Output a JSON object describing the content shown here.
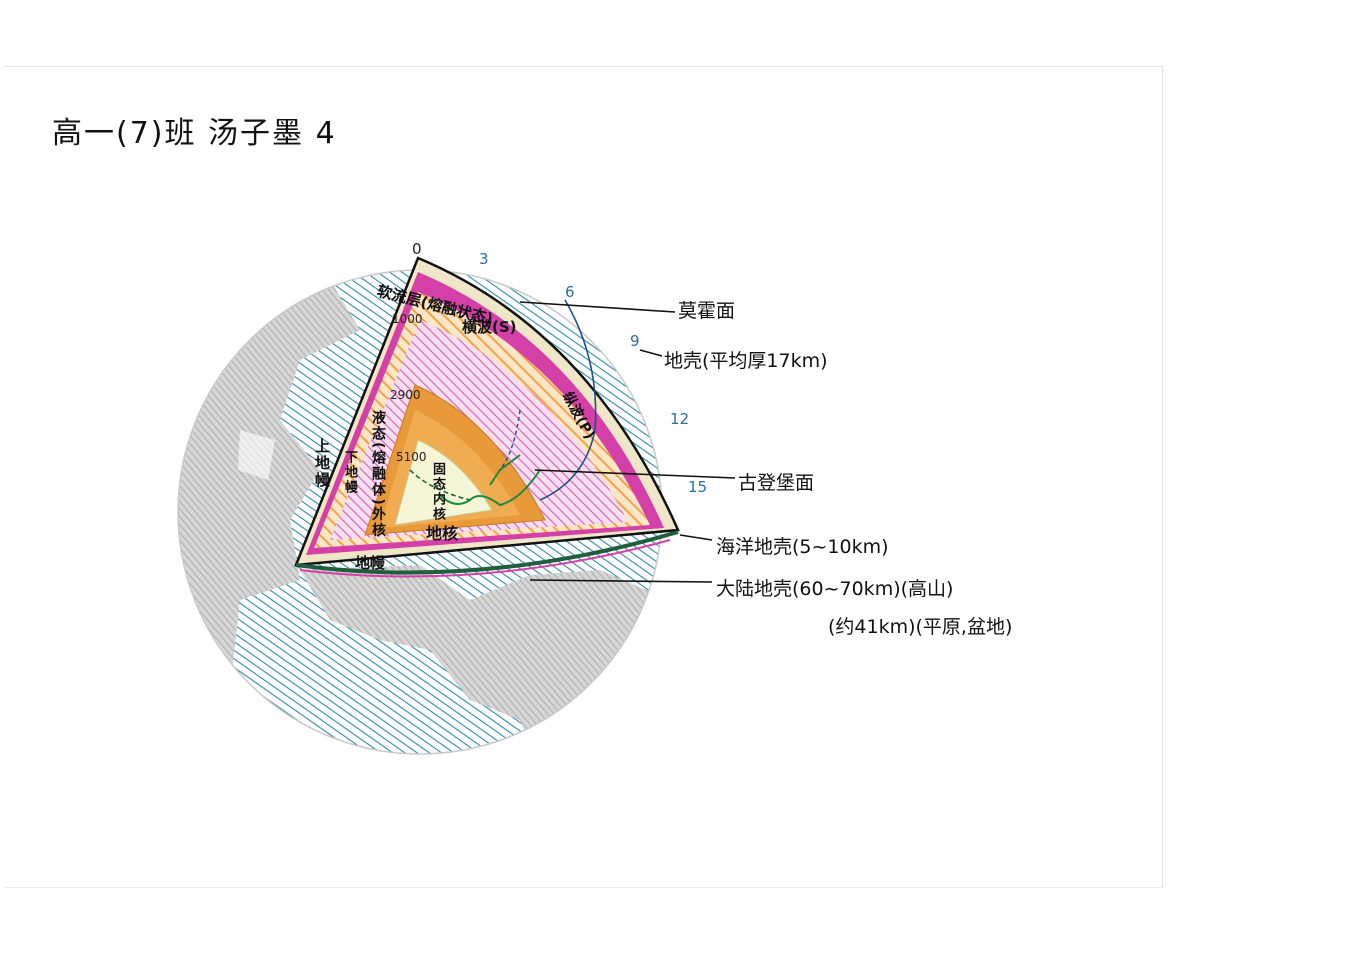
{
  "header": {
    "title": "高一(7)班  汤子墨  4"
  },
  "depth_scale": {
    "black_ticks": [
      "0",
      "1000",
      "2900",
      "5100"
    ],
    "blue_ticks": [
      "3",
      "6",
      "9",
      "12",
      "15"
    ]
  },
  "layers": {
    "asthenosphere": "软流层(熔融状态)",
    "transition": "横波(S)",
    "longitudinal": "纵波(P)",
    "upper_mantle": "上地幔",
    "lower_mantle": "下地幔",
    "liquid": "液态(熔融体)外核",
    "solid": "固态内核",
    "core": "地核",
    "mantle": "地幔"
  },
  "callouts": {
    "moho": "莫霍面",
    "crust": "地壳(平均厚17km)",
    "gutenberg": "古登堡面",
    "oceanic_crust": "海洋地壳(5~10km)",
    "continental_crust_1": "大陆地壳(60~70km)(高山)",
    "continental_crust_2": "(约41km)(平原,盆地)"
  },
  "colors": {
    "ocean": "#2f8aa8",
    "land": "#bfbfbf",
    "crust": "#efe6c8",
    "mantle_magenta": "#d43fa8",
    "mantle_orange": "#f2a347",
    "outer_core": "#e89a3a",
    "inner_core": "#f4f6d6"
  }
}
